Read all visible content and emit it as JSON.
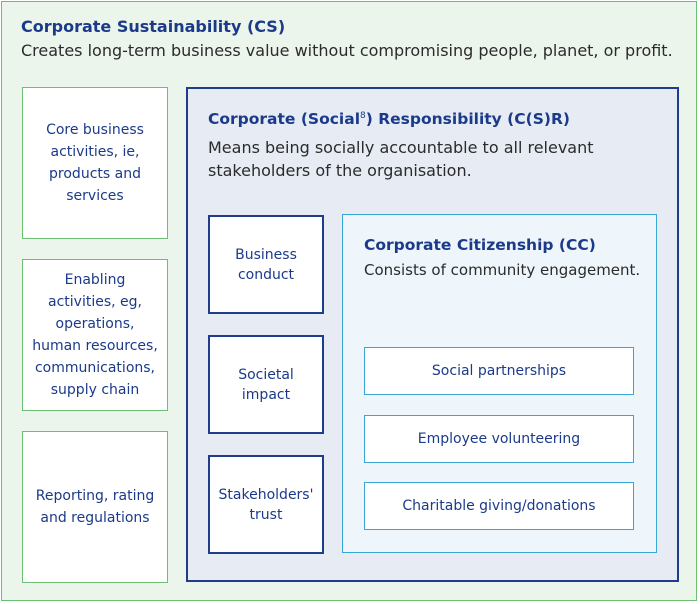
{
  "corporate_sustainability": {
    "title": "Corporate Sustainability (CS)",
    "description": "Creates long-term business value without compromising people, planet, or profit."
  },
  "business_activities": [
    "Core business activities, ie, products and services",
    "Enabling activities, eg, operations, human resources, communications, supply chain",
    "Reporting, rating and regulations"
  ],
  "csr": {
    "title_prefix": "Corporate (Social",
    "footnote": "8",
    "title_suffix": ") Responsibility (C(S)R)",
    "description": "Means being socially accountable to all relevant stakeholders of the organisation.",
    "items": [
      "Business conduct",
      "Societal impact",
      "Stakeholders' trust"
    ]
  },
  "cc": {
    "title": "Corporate Citizenship (CC)",
    "description": "Consists of community engagement.",
    "items": [
      "Social partnerships",
      "Employee volunteering",
      "Charitable giving/donations"
    ]
  },
  "colors": {
    "green_border": "#6cbf72",
    "green_fill": "#ecf5ec",
    "navy": "#1f3d8c",
    "navy_fill": "#e6ebf4",
    "light_blue": "#3aa6d6",
    "light_blue_fill": "#eef6fb",
    "title_text": "#1b3a8a"
  }
}
